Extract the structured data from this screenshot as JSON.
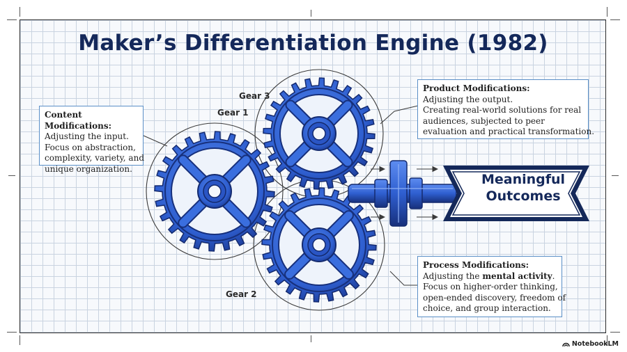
{
  "title": "Maker’s Differentiation Engine (1982)",
  "gears": {
    "gear1_label": "Gear 1",
    "gear2_label": "Gear 2",
    "gear3_label": "Gear 3"
  },
  "content_box": {
    "heading": "Content Modifications:",
    "lines": [
      "Adjusting the input.",
      "Focus on abstraction,",
      "complexity, variety, and",
      "unique organization."
    ]
  },
  "product_box": {
    "heading": "Product Modifications:",
    "lines": [
      "Adjusting the output.",
      "Creating real-world solutions for real",
      "audiences, subjected to peer",
      "evaluation and practical transformation."
    ]
  },
  "process_box": {
    "heading": "Process Modifications:",
    "line1_pre": "Adjusting the ",
    "line1_bold": "mental activity",
    "line1_post": ".",
    "lines": [
      "Focus on higher-order thinking,",
      "open-ended discovery, freedom of",
      "choice, and group interaction."
    ]
  },
  "outcome": {
    "line1": "Meaningful",
    "line2": "Outcomes"
  },
  "brand": "NotebookLM",
  "colors": {
    "gear_blue": "#2f5fd0",
    "gear_dark": "#1b3a94",
    "title_navy": "#14285a",
    "box_border": "#5a8fc7"
  }
}
